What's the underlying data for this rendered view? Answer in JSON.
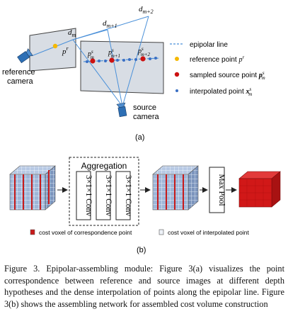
{
  "fig_a": {
    "labels": {
      "dm": "d",
      "dm_sub": "m",
      "dm1": "d",
      "dm1_sub": "m+1",
      "dm2": "d",
      "dm2_sub": "m+2",
      "pr": "p",
      "pr_sup": "r",
      "p_s": "p",
      "p_s_sup": "s",
      "pm_sub": "m",
      "pm1_sub": "m+1",
      "pm2_sub": "m+2",
      "reference_camera_1": "reference",
      "reference_camera_2": "camera",
      "source_camera_1": "source",
      "source_camera_2": "camera"
    },
    "legend": {
      "epipolar": "epipolar line",
      "reference_point": "reference point",
      "reference_point_sym": "p",
      "reference_point_sup": "r",
      "sampled": "sampled  source point",
      "sampled_sym": "p",
      "sampled_sup": "s",
      "sampled_sub": "m",
      "interpolated": "interpolated point",
      "interpolated_sym": "x",
      "interpolated_sup": "s",
      "interpolated_sub": "m"
    },
    "sublabel": "(a)",
    "colors": {
      "epipolar": "#4a90d9",
      "reference": "#f5b800",
      "sampled": "#cc1111",
      "interpolated": "#3a6fc4"
    }
  },
  "fig_b": {
    "aggregation_title": "Aggregation",
    "convs": [
      "3×1×1 Conv",
      "3×1×1 Conv",
      "3×1×1 Conv"
    ],
    "maxpool": "Max Pool",
    "legend_correspondence": "cost voxel of correspondence point",
    "legend_interpolated": "cost voxel of interpolated point",
    "sublabel": "(b)"
  },
  "caption": "Figure 3. Epipolar-assembling module: Figure 3(a) visualizes the point correspondence between reference and source images at different depth hypotheses and the dense interpolation of points along the epipolar line. Figure 3(b) shows the assembling network for assembled cost volume construction"
}
